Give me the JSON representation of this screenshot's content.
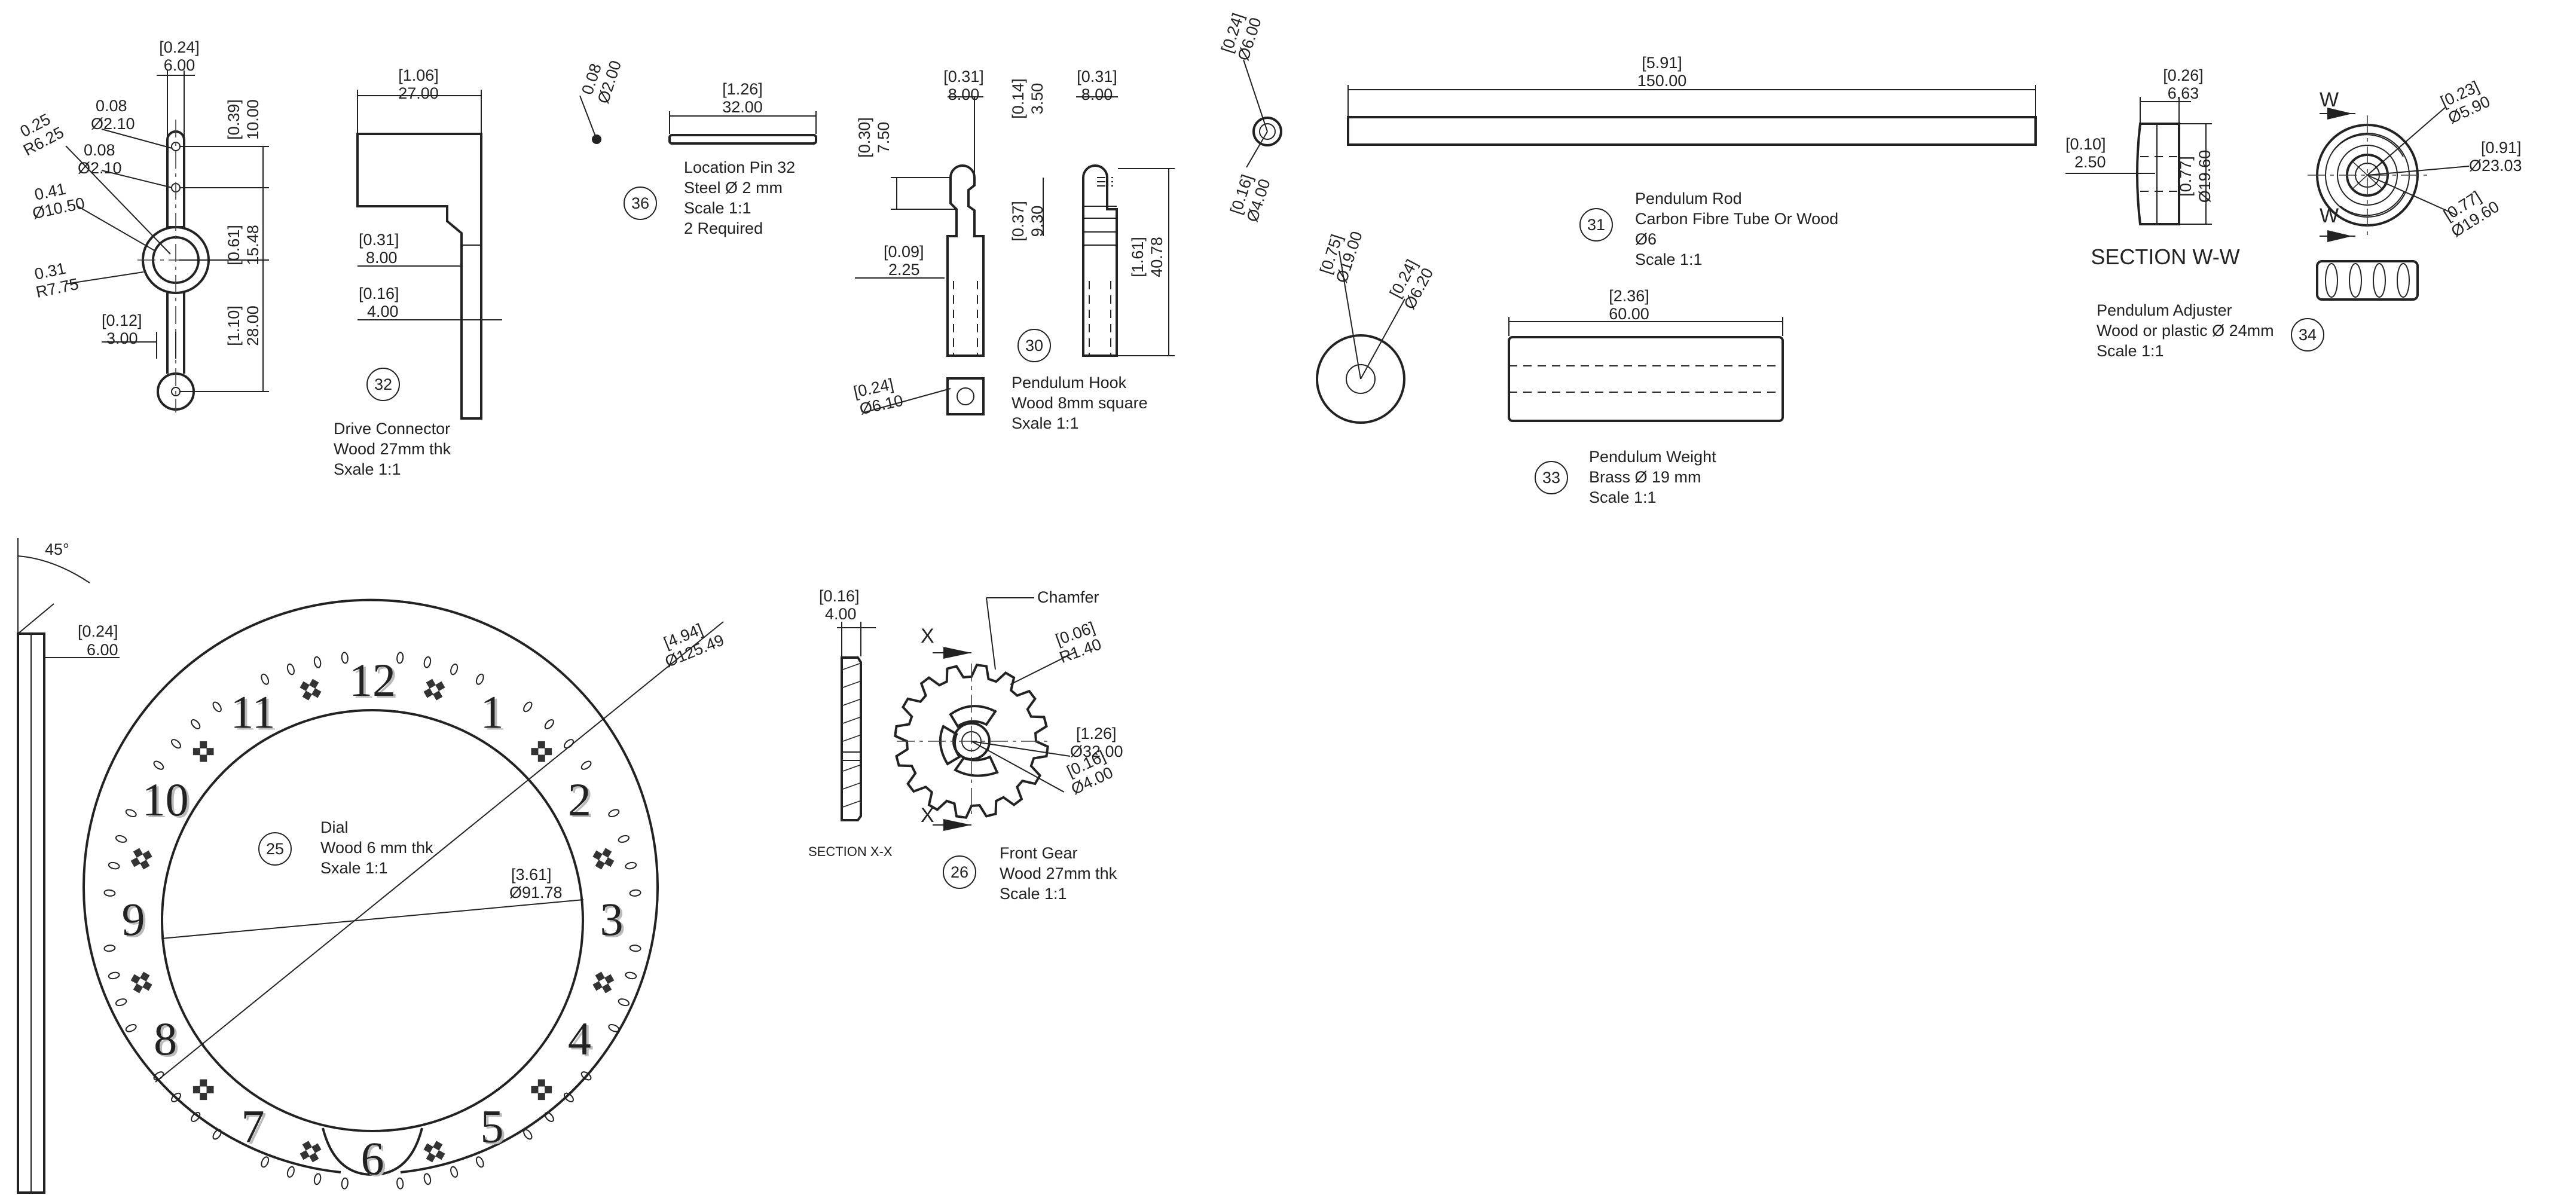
{
  "dims": {
    "p35_w": [
      "[0.24]",
      "6.00"
    ],
    "p35_r": [
      "0.25",
      "R6.25"
    ],
    "p35_h1": [
      "0.08",
      "Ø2.10"
    ],
    "p35_h2": [
      "0.08",
      "Ø2.10"
    ],
    "p35_d": [
      "0.41",
      "Ø10.50"
    ],
    "p35_r2": [
      "0.31",
      "R7.75"
    ],
    "p35_3": [
      "[0.12]",
      "3.00"
    ],
    "p35_v1": [
      "[0.39]",
      "10.00"
    ],
    "p35_v2": [
      "[0.61]",
      "15.48"
    ],
    "p35_v3": [
      "[1.10]",
      "28.00"
    ],
    "p32_w": [
      "[1.06]",
      "27.00"
    ],
    "p32_8": [
      "[0.31]",
      "8.00"
    ],
    "p32_4": [
      "[0.16]",
      "4.00"
    ],
    "p36_d": [
      "0.08",
      "Ø2.00"
    ],
    "p36_l": [
      "[1.26]",
      "32.00"
    ],
    "p30_a": [
      "[0.31]",
      "8.00"
    ],
    "p30_b": [
      "[0.14]",
      "3.50"
    ],
    "p30_c": [
      "[0.31]",
      "8.00"
    ],
    "p30_v1": [
      "[0.30]",
      "7.50"
    ],
    "p30_v2": [
      "[0.37]",
      "9.30"
    ],
    "p30_v3": [
      "[1.61]",
      "40.78"
    ],
    "p30_s": [
      "[0.09]",
      "2.25"
    ],
    "p30_sq": [
      "[0.24]",
      "Ø6.10"
    ],
    "tube_od": [
      "[0.24]",
      "Ø6.00"
    ],
    "tube_id": [
      "[0.16]",
      "Ø4.00"
    ],
    "p31_l": [
      "[5.91]",
      "150.00"
    ],
    "p33_od": [
      "[0.75]",
      "Ø19.00"
    ],
    "p33_id": [
      "[0.24]",
      "Ø6.20"
    ],
    "p33_l": [
      "[2.36]",
      "60.00"
    ],
    "p34_w": [
      "[0.26]",
      "6.63"
    ],
    "p34_t": [
      "[0.10]",
      "2.50"
    ],
    "p34_d": [
      "[0.77]",
      "Ø19.60"
    ],
    "p34_a": [
      "[0.23]",
      "Ø5.90"
    ],
    "p34_b": [
      "[0.91]",
      "Ø23.03"
    ],
    "p34_c": [
      "[0.77]",
      "Ø19.60"
    ],
    "p25_t": [
      "[0.24]",
      "6.00"
    ],
    "p25_od": [
      "[4.94]",
      "Ø125.49"
    ],
    "p25_id": [
      "[3.61]",
      "Ø91.78"
    ],
    "p26_t": [
      "[0.16]",
      "4.00"
    ],
    "p26_r": [
      "[0.06]",
      "R1.40"
    ],
    "p26_od": [
      "[1.26]",
      "Ø32.00"
    ],
    "p26_id": [
      "[0.16]",
      "Ø4.00"
    ]
  },
  "labels": {
    "angle": "45°",
    "section_ww": "SECTION W-W",
    "w_top": "W",
    "w_bot": "W",
    "section_xx": "SECTION X-X",
    "x_top": "X",
    "x_bot": "X",
    "chamfer": "Chamfer"
  },
  "parts": {
    "p32": {
      "num": "32",
      "lines": [
        "Drive Connector",
        "Wood 27mm thk",
        "Sxale 1:1"
      ]
    },
    "p36": {
      "num": "36",
      "lines": [
        "Location Pin 32",
        "Steel Ø 2 mm",
        "Scale 1:1",
        "2 Required"
      ]
    },
    "p30": {
      "num": "30",
      "lines": [
        "Pendulum Hook",
        "Wood 8mm square",
        "Sxale 1:1"
      ]
    },
    "p31": {
      "num": "31",
      "lines": [
        "Pendulum Rod",
        "Carbon Fibre Tube Or Wood",
        "Ø6",
        "Scale 1:1"
      ]
    },
    "p33": {
      "num": "33",
      "lines": [
        "Pendulum Weight",
        "Brass Ø 19 mm",
        "Scale 1:1"
      ]
    },
    "p34": {
      "num": "34",
      "lines": [
        "Pendulum Adjuster",
        "Wood or plastic Ø 24mm",
        "Scale 1:1"
      ]
    },
    "p25": {
      "num": "25",
      "lines": [
        "Dial",
        "Wood 6 mm thk",
        "Sxale 1:1"
      ]
    },
    "p26": {
      "num": "26",
      "lines": [
        "Front Gear",
        "Wood 27mm thk",
        "Scale 1:1"
      ]
    }
  },
  "dial": {
    "numerals": [
      "12",
      "1",
      "2",
      "3",
      "4",
      "5",
      "6",
      "7",
      "8",
      "9",
      "10",
      "11"
    ]
  }
}
